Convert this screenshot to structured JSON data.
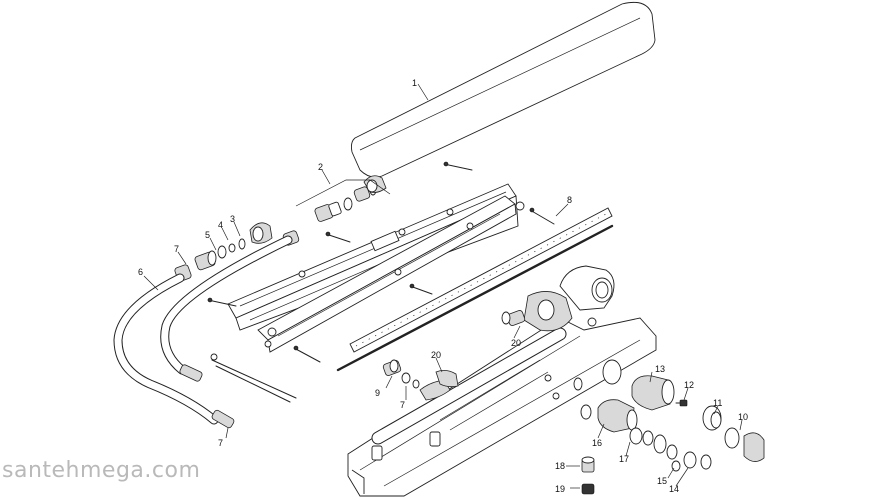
{
  "labels": {
    "p1": "1",
    "p2": "2",
    "p3": "3",
    "p4": "4",
    "p5": "5",
    "p6": "6",
    "p7a": "7",
    "p7b": "7",
    "p7c": "7",
    "p8": "8",
    "p9": "9",
    "p10": "10",
    "p11": "11",
    "p12": "12",
    "p13": "13",
    "p14": "14",
    "p15": "15",
    "p16": "16",
    "p17": "17",
    "p18": "18",
    "p19": "19",
    "p20a": "20",
    "p20b": "20"
  },
  "watermark": "santehmega.com"
}
